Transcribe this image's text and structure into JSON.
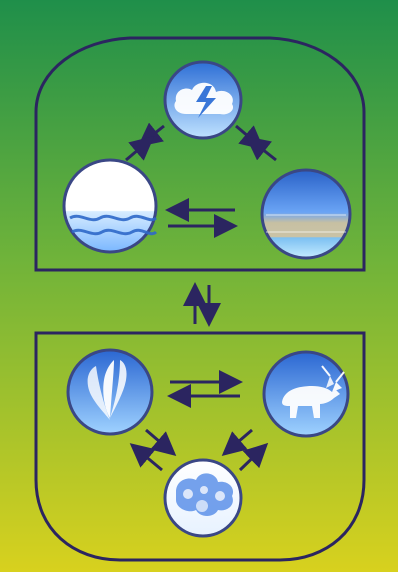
{
  "palette": {
    "background_top": "#1f8f4a",
    "background_mid": "#6fb33a",
    "background_bottom": "#d8d11e",
    "frame_line": "#2b2560",
    "arrow": "#2b2560",
    "node_outline": "#3a4785",
    "sky_blue": "#2e6fd6",
    "sky_light": "#bfe2ff",
    "white": "#ffffff",
    "sediment": "#c8c3a4",
    "water_blue": "#2f69c9"
  },
  "diagram": {
    "top_group": {
      "nodes": [
        {
          "id": "atmosphere",
          "icon": "lightning-cloud-icon"
        },
        {
          "id": "hydrosphere",
          "icon": "water-surface-icon"
        },
        {
          "id": "lithosphere",
          "icon": "earth-layers-icon"
        }
      ],
      "links": [
        {
          "from": "atmosphere",
          "to": "hydrosphere",
          "kind": "bidirectional"
        },
        {
          "from": "atmosphere",
          "to": "lithosphere",
          "kind": "bidirectional"
        },
        {
          "from": "hydrosphere",
          "to": "lithosphere",
          "kind": "bidirectional"
        }
      ]
    },
    "group_link": {
      "from": "top_group",
      "to": "bottom_group",
      "kind": "bidirectional"
    },
    "bottom_group": {
      "nodes": [
        {
          "id": "plants",
          "icon": "plant-icon"
        },
        {
          "id": "animals",
          "icon": "deer-icon"
        },
        {
          "id": "microbes",
          "icon": "microbe-cluster-icon"
        }
      ],
      "links": [
        {
          "from": "plants",
          "to": "animals",
          "kind": "bidirectional"
        },
        {
          "from": "plants",
          "to": "microbes",
          "kind": "bidirectional"
        },
        {
          "from": "animals",
          "to": "microbes",
          "kind": "bidirectional"
        }
      ]
    }
  }
}
